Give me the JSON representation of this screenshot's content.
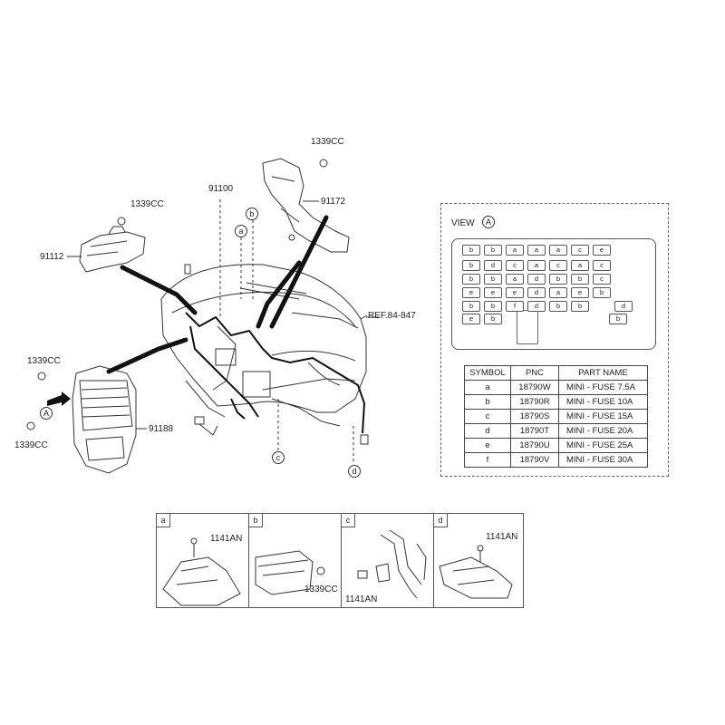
{
  "callouts": {
    "harness_main": "91100",
    "bracket_left": "91112",
    "bracket_right": "91172",
    "junction_box": "91188",
    "bolt_top_right": "1339CC",
    "bolt_top_left": "1339CC",
    "bolt_mid_left": "1339CC",
    "bolt_bottom_left": "1339CC",
    "ref": "REF.84-847",
    "view_arrow": "A"
  },
  "markers": {
    "a": "a",
    "b": "b",
    "c": "c",
    "d": "d"
  },
  "view": {
    "title": "VIEW",
    "letter": "A",
    "fuse_rows": [
      [
        "b",
        "b",
        "a",
        "a",
        "a",
        "c",
        "e"
      ],
      [
        "b",
        "d",
        "c",
        "a",
        "c",
        "a",
        "c"
      ],
      [
        "b",
        "b",
        "a",
        "d",
        "b",
        "b",
        "c"
      ],
      [
        "e",
        "e",
        "e",
        "d",
        "a",
        "e",
        "b"
      ],
      [
        "b",
        "b",
        "f",
        "d",
        "b",
        "b",
        "d"
      ],
      [
        "e",
        "b",
        "b"
      ]
    ]
  },
  "table": {
    "headers": [
      "SYMBOL",
      "PNC",
      "PART NAME"
    ],
    "rows": [
      [
        "a",
        "18790W",
        "MINI - FUSE 7.5A"
      ],
      [
        "b",
        "18790R",
        "MINI - FUSE 10A"
      ],
      [
        "c",
        "18790S",
        "MINI - FUSE 15A"
      ],
      [
        "d",
        "18790T",
        "MINI - FUSE 20A"
      ],
      [
        "e",
        "18790U",
        "MINI - FUSE 25A"
      ],
      [
        "f",
        "18790V",
        "MINI - FUSE 30A"
      ]
    ]
  },
  "details": [
    {
      "tag": "a",
      "labels": [
        "1141AN"
      ]
    },
    {
      "tag": "b",
      "labels": [
        "1339CC"
      ]
    },
    {
      "tag": "c",
      "labels": [
        "1141AN"
      ]
    },
    {
      "tag": "d",
      "labels": [
        "1141AN"
      ]
    }
  ]
}
